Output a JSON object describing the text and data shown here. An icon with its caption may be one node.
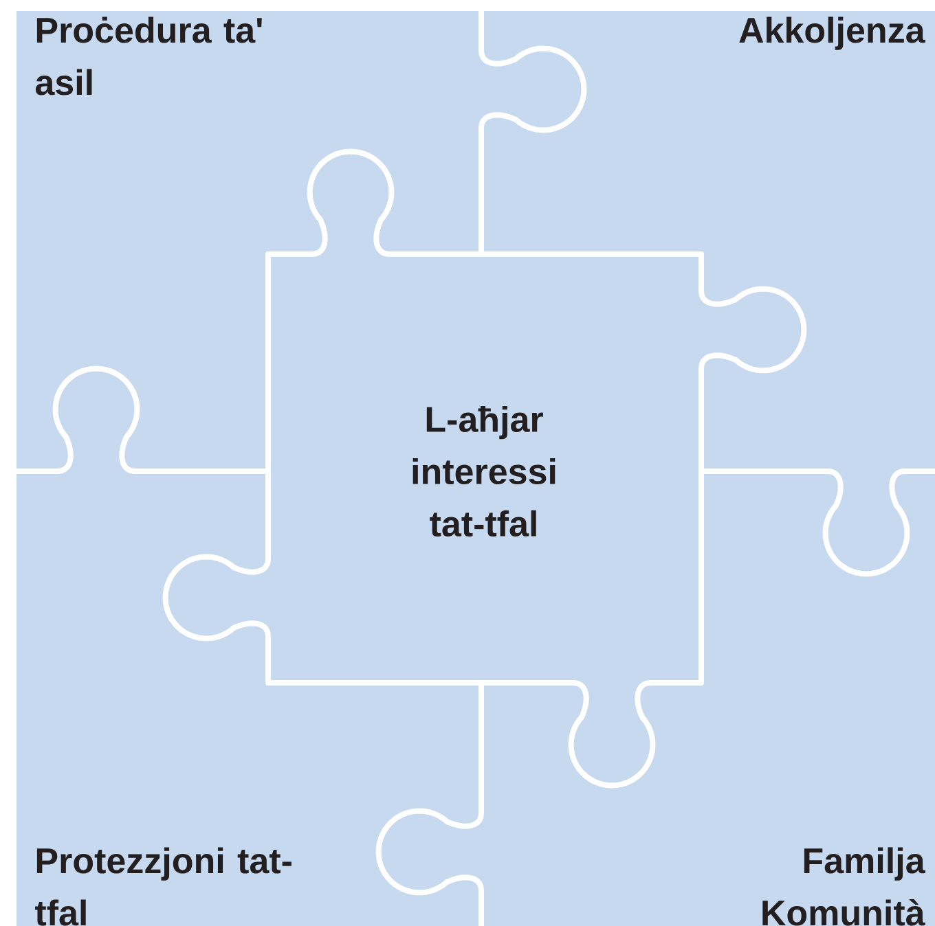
{
  "diagram": {
    "nodes": [
      {
        "text": [
          "Proċedura ta' asil"
        ]
      },
      {
        "text": [
          "Akkoljenza"
        ]
      },
      {
        "text": [
          "L-aħjar interessi tat-tfal"
        ]
      },
      {
        "text": [
          "Protezzjoni tat-tfal"
        ]
      },
      {
        "text": [
          "Familja Komunità"
        ]
      }
    ]
  }
}
